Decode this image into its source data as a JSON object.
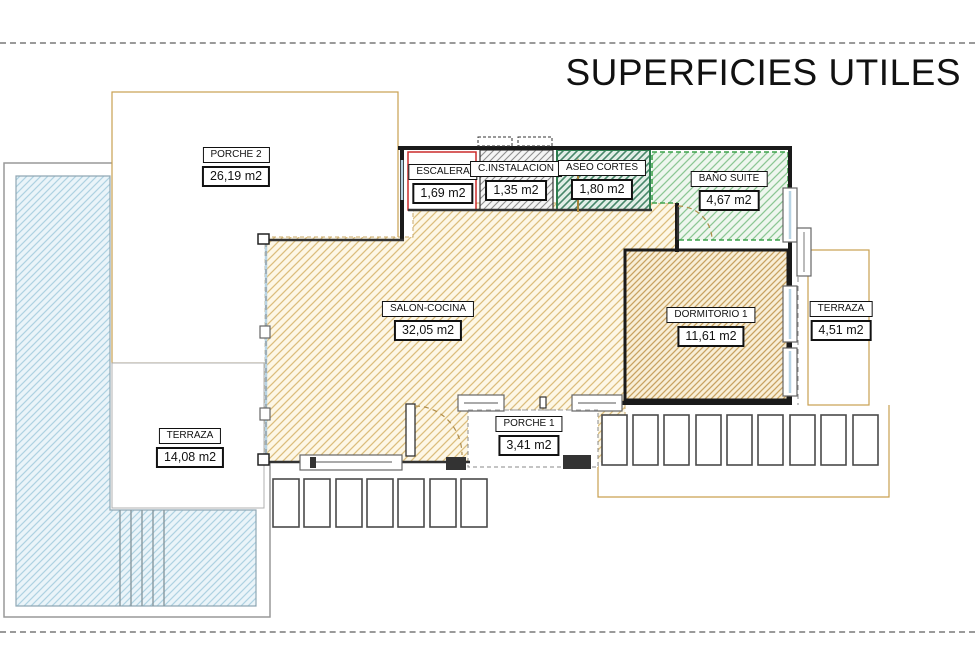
{
  "title": "SUPERFICIES UTILES",
  "rooms": [
    {
      "name": "PORCHE 2",
      "area": "26,19 m2"
    },
    {
      "name": "ESCALERA",
      "area": "1,69 m2"
    },
    {
      "name": "C.INSTALACION",
      "area": "1,35 m2"
    },
    {
      "name": "ASEO CORTES",
      "area": "1,80 m2"
    },
    {
      "name": "BAÑO SUITE",
      "area": "4,67 m2"
    },
    {
      "name": "SALON-COCINA",
      "area": "32,05 m2"
    },
    {
      "name": "DORMITORIO 1",
      "area": "11,61 m2"
    },
    {
      "name": "TERRAZA",
      "area": "4,51 m2"
    },
    {
      "name": "PORCHE 1",
      "area": "3,41 m2"
    },
    {
      "name": "TERRAZA",
      "area": "14,08 m2"
    }
  ],
  "colors": {
    "wall": "#1a1a1a",
    "red-outline": "#cc2b2b",
    "green-border": "#3fa34d",
    "green-dark-border": "#2e7d4f",
    "tan-border": "#c9a050",
    "door-arc": "#b08d4a",
    "glass": "#b8d4e4",
    "hatch-tan": "#dcbe7d",
    "hatch-tan-dense": "#c8a261",
    "hatch-green": "#8cc794",
    "hatch-green-dark": "#47876a",
    "hatch-gray": "#8f8f8f",
    "hatch-blue": "#aed2e2",
    "dash-line": "#9a9a9a",
    "text": "#111111"
  }
}
